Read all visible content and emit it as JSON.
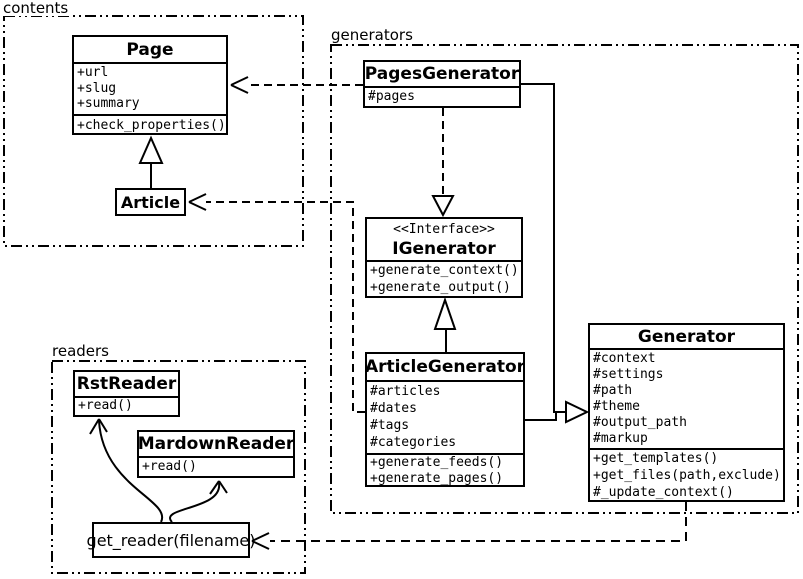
{
  "diagram": {
    "packages": [
      {
        "id": "contents",
        "label": "contents"
      },
      {
        "id": "generators",
        "label": "generators"
      },
      {
        "id": "readers",
        "label": "readers"
      }
    ]
  },
  "classes": {
    "page": {
      "name": "Page",
      "attributes": [
        "+url",
        "+slug",
        "+summary"
      ],
      "methods": [
        "+check_properties()"
      ]
    },
    "article": {
      "name": "Article"
    },
    "pages_generator": {
      "name": "PagesGenerator",
      "attributes": [
        "#pages"
      ]
    },
    "igenerator": {
      "stereotype": "<<Interface>>",
      "name": "IGenerator",
      "methods": [
        "+generate_context()",
        "+generate_output()"
      ]
    },
    "article_generator": {
      "name": "ArticleGenerator",
      "attributes": [
        "#articles",
        "#dates",
        "#tags",
        "#categories"
      ],
      "methods": [
        "+generate_feeds()",
        "+generate_pages()"
      ]
    },
    "generator": {
      "name": "Generator",
      "attributes": [
        "#context",
        "#settings",
        "#path",
        "#theme",
        "#output_path",
        "#markup"
      ],
      "methods": [
        "+get_templates()",
        "+get_files(path,exclude)",
        "#_update_context()"
      ]
    },
    "rst_reader": {
      "name": "RstReader",
      "methods": [
        "+read()"
      ]
    },
    "mardown_reader": {
      "name": "MardownReader",
      "methods": [
        "+read()"
      ]
    },
    "get_reader": {
      "label": "get_reader(filename)"
    }
  },
  "relationships": [
    {
      "from": "Article",
      "to": "Page",
      "type": "inheritance"
    },
    {
      "from": "PagesGenerator",
      "to": "Page",
      "type": "dependency"
    },
    {
      "from": "ArticleGenerator",
      "to": "Article",
      "type": "dependency"
    },
    {
      "from": "PagesGenerator",
      "to": "IGenerator",
      "type": "realization"
    },
    {
      "from": "ArticleGenerator",
      "to": "IGenerator",
      "type": "inheritance"
    },
    {
      "from": "PagesGenerator",
      "to": "Generator",
      "type": "inheritance"
    },
    {
      "from": "ArticleGenerator",
      "to": "Generator",
      "type": "inheritance"
    },
    {
      "from": "Generator",
      "to": "get_reader(filename)",
      "type": "dependency"
    },
    {
      "from": "get_reader(filename)",
      "to": "RstReader",
      "type": "arrow"
    },
    {
      "from": "get_reader(filename)",
      "to": "MardownReader",
      "type": "arrow"
    }
  ],
  "colors": {
    "line": "#000000",
    "background": "#ffffff"
  }
}
